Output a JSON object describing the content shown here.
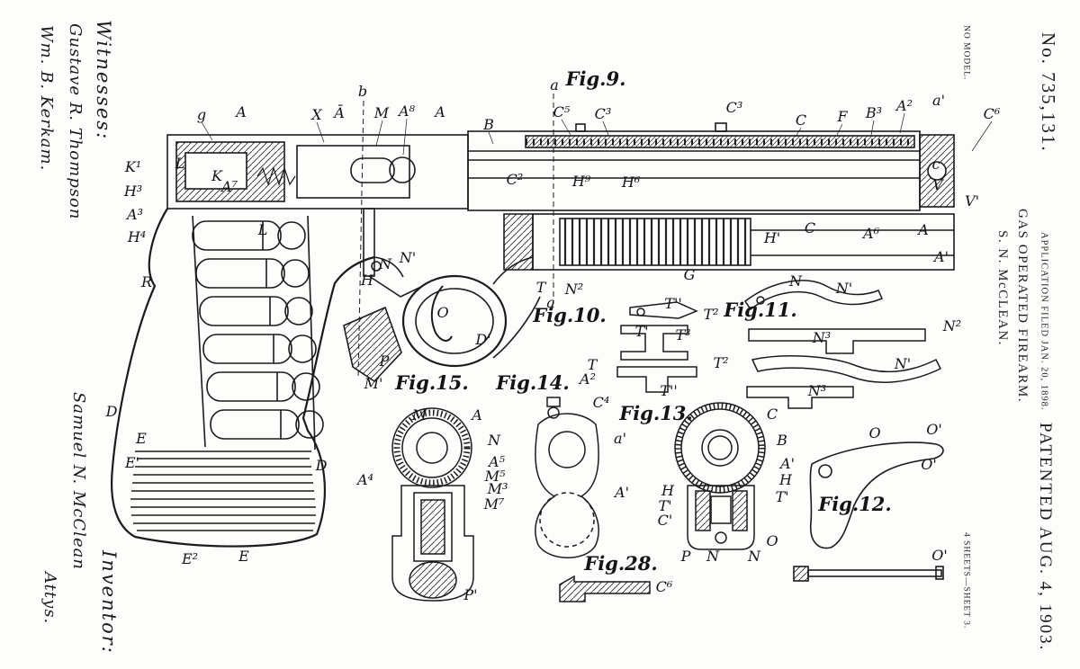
{
  "page": {
    "patent_number": "No. 735,131.",
    "no_model": "NO MODEL.",
    "inventor_name": "S. N. McCLEAN.",
    "title": "GAS OPERATED FIREARM.",
    "application": "APPLICATION FILED JAN. 20, 1898.",
    "patented": "PATENTED AUG. 4, 1903.",
    "sheet": "4 SHEETS—SHEET 3."
  },
  "signatures": {
    "witnesses_label": "Witnesses:",
    "witness_1": "Gustave R. Thompson",
    "witness_2": "Wm. B. Kerkam.",
    "inventor_label": "Inventor:",
    "inventor_signature": "Samuel N. McClean",
    "attorneys_signature": "Attys."
  },
  "drawing": {
    "labels": [
      [
        "Fig.9.",
        662,
        95,
        "fig"
      ],
      [
        "Fig.10.",
        633,
        358,
        "fig"
      ],
      [
        "Fig.11.",
        845,
        352,
        "fig"
      ],
      [
        "Fig.12.",
        950,
        568,
        "fig"
      ],
      [
        "Fig.13.",
        729,
        467,
        "fig"
      ],
      [
        "Fig.14.",
        592,
        433,
        "fig"
      ],
      [
        "Fig.15.",
        480,
        433,
        "fig"
      ],
      [
        "Fig.28.",
        690,
        634,
        "fig"
      ],
      [
        "g",
        224,
        133
      ],
      [
        "A",
        268,
        130
      ],
      [
        "X",
        352,
        133
      ],
      [
        "Ā",
        377,
        131
      ],
      [
        "b",
        403,
        107
      ],
      [
        "M",
        424,
        131
      ],
      [
        "A⁸",
        452,
        129
      ],
      [
        "A",
        489,
        130
      ],
      [
        "B",
        543,
        144
      ],
      [
        "a",
        616,
        100
      ],
      [
        "C⁵",
        624,
        130
      ],
      [
        "C³",
        670,
        132
      ],
      [
        "C³",
        816,
        125
      ],
      [
        "C",
        890,
        139
      ],
      [
        "F",
        936,
        135
      ],
      [
        "B³",
        971,
        131
      ],
      [
        "A²",
        1005,
        123
      ],
      [
        "a'",
        1043,
        117
      ],
      [
        "C⁶",
        1102,
        132
      ],
      [
        "c",
        1040,
        188
      ],
      [
        "V",
        1042,
        211
      ],
      [
        "V'",
        1080,
        229
      ],
      [
        "K¹",
        148,
        191
      ],
      [
        "L",
        200,
        187
      ],
      [
        "K",
        241,
        201
      ],
      [
        "A⁷",
        255,
        213
      ],
      [
        "H³",
        148,
        218
      ],
      [
        "A³",
        150,
        244
      ],
      [
        "H⁴",
        152,
        269
      ],
      [
        "R",
        163,
        319
      ],
      [
        "L",
        292,
        261
      ],
      [
        "C²",
        572,
        205
      ],
      [
        "H⁹",
        646,
        207
      ],
      [
        "H⁶",
        701,
        208
      ],
      [
        "T",
        601,
        325
      ],
      [
        "N²",
        638,
        327
      ],
      [
        "a",
        612,
        342
      ],
      [
        "N",
        428,
        299
      ],
      [
        "N'",
        453,
        292
      ],
      [
        "H",
        408,
        317
      ],
      [
        "O",
        492,
        353
      ],
      [
        "D'",
        537,
        383
      ],
      [
        "P",
        427,
        407
      ],
      [
        "M'",
        415,
        432
      ],
      [
        "H'",
        858,
        270
      ],
      [
        "C",
        900,
        259
      ],
      [
        "A⁶",
        968,
        265
      ],
      [
        "A",
        1026,
        261
      ],
      [
        "A'",
        1046,
        291
      ],
      [
        "G",
        766,
        311
      ],
      [
        "D",
        124,
        463
      ],
      [
        "E",
        157,
        493
      ],
      [
        "E'",
        147,
        520
      ],
      [
        "D",
        357,
        523
      ],
      [
        "E²",
        211,
        627
      ],
      [
        "E",
        271,
        624
      ],
      [
        "T''",
        748,
        343
      ],
      [
        "T²",
        790,
        355
      ],
      [
        "T'",
        713,
        374
      ],
      [
        "T³",
        759,
        378
      ],
      [
        "T",
        658,
        411
      ],
      [
        "T²",
        801,
        409
      ],
      [
        "T''",
        743,
        440
      ],
      [
        "A²",
        653,
        427
      ],
      [
        "N",
        884,
        318
      ],
      [
        "N'",
        938,
        326
      ],
      [
        "N²",
        1058,
        368
      ],
      [
        "N³",
        913,
        381
      ],
      [
        "N'",
        1003,
        410
      ],
      [
        "N³",
        908,
        440
      ],
      [
        "M",
        466,
        467
      ],
      [
        "A",
        530,
        467
      ],
      [
        "N",
        549,
        495
      ],
      [
        "A⁵",
        552,
        519
      ],
      [
        "M⁵",
        550,
        535
      ],
      [
        "M³",
        553,
        549
      ],
      [
        "A⁴",
        406,
        539
      ],
      [
        "M⁷",
        549,
        566
      ],
      [
        "P'",
        523,
        667
      ],
      [
        "C⁴",
        668,
        453
      ],
      [
        "a'",
        689,
        493
      ],
      [
        "A'",
        691,
        553
      ],
      [
        "C",
        858,
        466
      ],
      [
        "B",
        869,
        495
      ],
      [
        "A'",
        875,
        521
      ],
      [
        "H",
        873,
        539
      ],
      [
        "T'",
        869,
        558
      ],
      [
        "H",
        742,
        551
      ],
      [
        "T'",
        739,
        568
      ],
      [
        "C'",
        739,
        584
      ],
      [
        "O",
        858,
        607
      ],
      [
        "P",
        762,
        624
      ],
      [
        "N",
        792,
        624
      ],
      [
        "N",
        838,
        624
      ],
      [
        "O",
        972,
        487
      ],
      [
        "O'",
        1038,
        483
      ],
      [
        "O'",
        1032,
        522
      ],
      [
        "O'",
        1044,
        623
      ],
      [
        "C⁶",
        738,
        658
      ]
    ]
  }
}
